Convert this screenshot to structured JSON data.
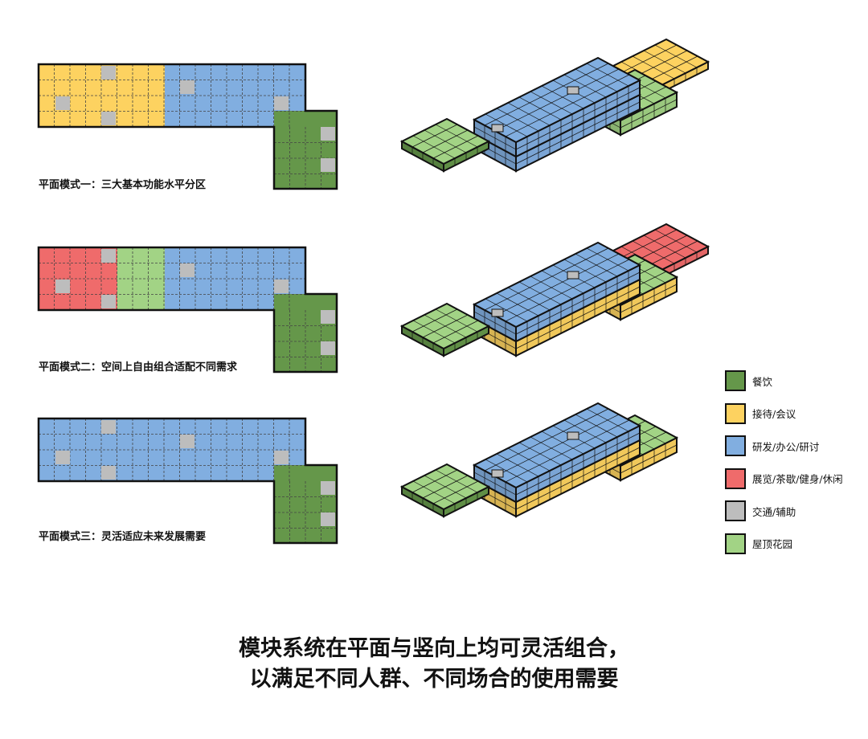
{
  "colors": {
    "dining": "#65974a",
    "reception": "#fdd260",
    "research": "#81aee0",
    "exhibition": "#ef6b6b",
    "traffic": "#bdbdbd",
    "roof_garden": "#a2d385",
    "outline": "#111111",
    "grid": "#444444"
  },
  "plans": [
    {
      "label": "平面模式一：三大基本功能水平分区",
      "zones": [
        "reception",
        "research"
      ],
      "three_d_stacks": {
        "lower_floor": "research",
        "annex": "reception"
      }
    },
    {
      "label": "平面模式二：空间上自由组合适配不同需求",
      "zones": [
        "exhibition",
        "roof_garden",
        "research"
      ],
      "three_d_stacks": {
        "lower_floor": "reception",
        "annex": "exhibition"
      }
    },
    {
      "label": "平面模式三：灵活适应未来发展需要",
      "zones": [
        "research"
      ],
      "three_d_stacks": {
        "lower_floor": "reception",
        "annex": "none"
      }
    }
  ],
  "legend": [
    {
      "label": "餐饮",
      "color_key": "dining"
    },
    {
      "label": "接待/会议",
      "color_key": "reception"
    },
    {
      "label": "研发/办公/研讨",
      "color_key": "research"
    },
    {
      "label": "展览/茶歇/健身/休闲",
      "color_key": "exhibition"
    },
    {
      "label": "交通/辅助",
      "color_key": "traffic"
    },
    {
      "label": "屋顶花园",
      "color_key": "roof_garden"
    }
  ],
  "caption": {
    "line1": "模块系统在平面与竖向上均可灵活组合，",
    "line2": "以满足不同人群、不同场合的使用需要"
  }
}
